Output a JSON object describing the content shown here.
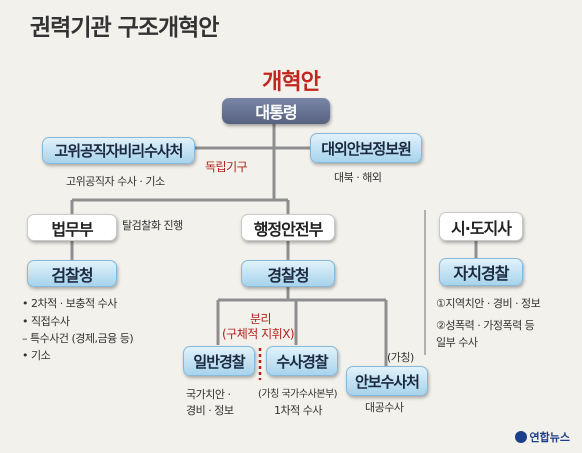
{
  "title": "권력기관 구조개혁안",
  "reform_label": "개혁안",
  "nodes": {
    "president": "대통령",
    "cio": "고위공직자비리수사처",
    "nis": "대외안보정보원",
    "justice": "법무부",
    "interior": "행정안전부",
    "governor": "시·도지사",
    "prosecution": "검찰청",
    "police": "경찰청",
    "autonomous_police": "자치경찰",
    "general_police": "일반경찰",
    "investigative_police": "수사경찰",
    "security_investigation": "안보수사처"
  },
  "annotations": {
    "independent": "독립기구",
    "cio_desc": "고위공직자 수사 · 기소",
    "nis_desc": "대북 · 해외",
    "justice_note": "탈검찰화 진행",
    "separation_line1": "분리",
    "separation_line2": "(구체적 지휘X)",
    "tentative": "(가칭)",
    "general_desc_1": "국가치안 ·",
    "general_desc_2": "경비 · 정보",
    "investigative_desc_1": "(가칭 국가수사본부)",
    "investigative_desc_2": "1차적 수사",
    "security_desc": "대공수사"
  },
  "prosecution_duties": [
    "• 2차적 · 보충적 수사",
    "• 직접수사",
    "  – 특수사건 (경제,금융 등)",
    "• 기소"
  ],
  "autonomous_duties": [
    "①지역치안 · 경비 · 정보",
    "②성폭력 · 가정폭력 등",
    "   일부 수사"
  ],
  "logo": "연합뉴스",
  "colors": {
    "accent_red": "#c0271e",
    "dark_box": "#5f6b8a",
    "light_box": "#bcdff2"
  }
}
